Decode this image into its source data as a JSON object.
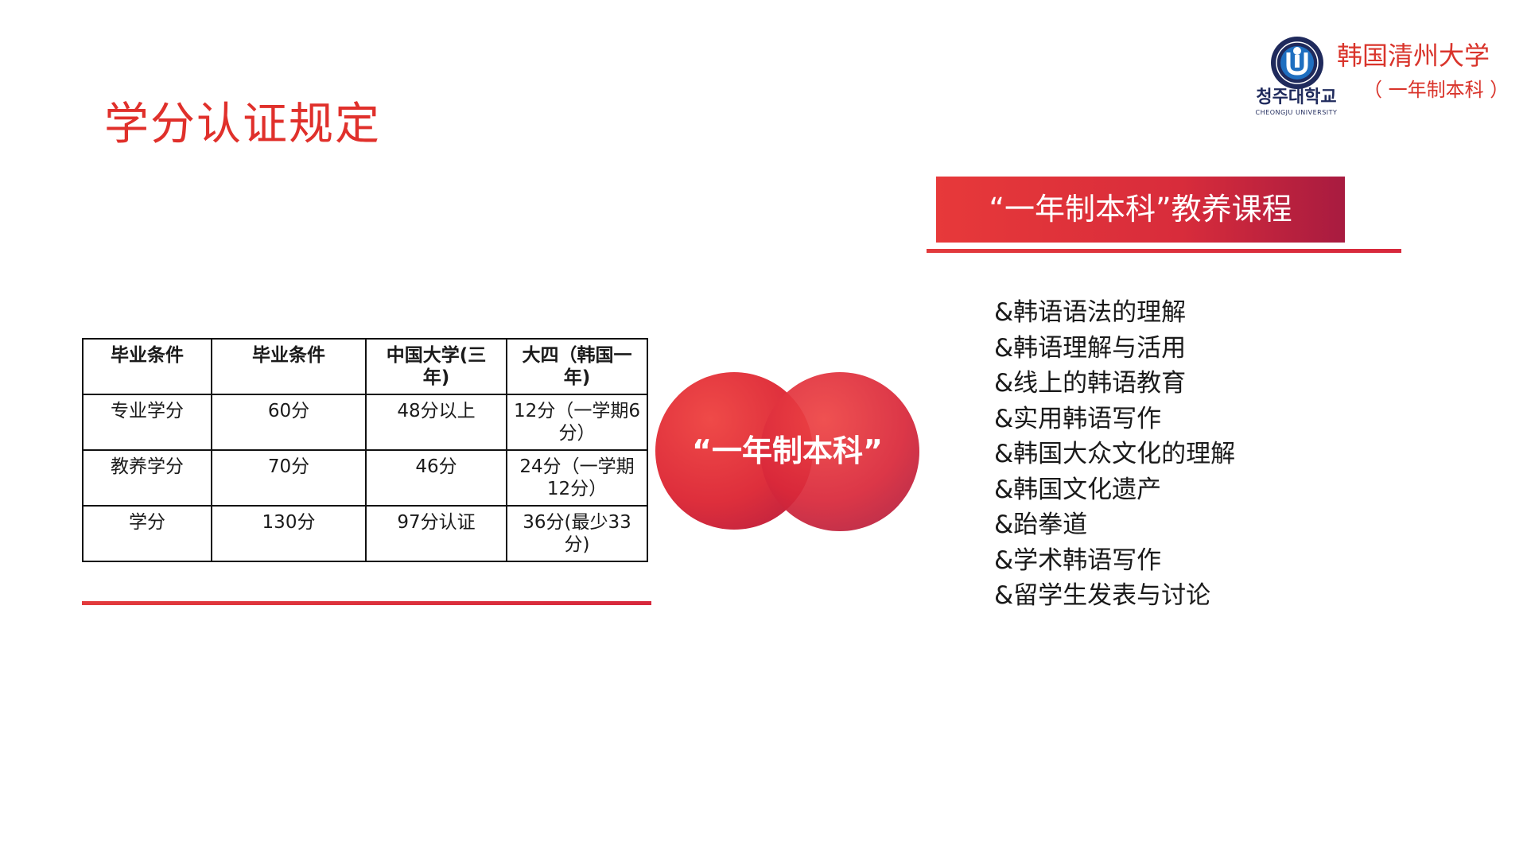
{
  "page": {
    "title": "学分认证规定"
  },
  "logo": {
    "korean": "청주대학교",
    "english": "CHEONGJU UNIVERSITY",
    "university_name": "韩国清州大学",
    "university_sub": "（ 一年制本科 ）"
  },
  "banner": {
    "label": "“一年制本科”教养课程"
  },
  "circle": {
    "label": "“一年制本科”"
  },
  "colors": {
    "accent_red": "#e0302b",
    "deep_red": "#a81b40",
    "logo_blue": "#1f2a5c"
  },
  "courses": [
    "&韩语语法的理解",
    "&韩语理解与活用",
    "&线上的韩语教育",
    "&实用韩语写作",
    "&韩国大众文化的理解",
    "&韩国文化遗产",
    "&跆拳道",
    "&学术韩语写作",
    "&留学生发表与讨论"
  ],
  "table": {
    "headers": [
      "毕业条件",
      "毕业条件",
      "中国大学(三年)",
      "大四（韩国一年)"
    ],
    "rows": [
      [
        "专业学分",
        "60分",
        "48分以上",
        "12分（一学期6分）"
      ],
      [
        "教养学分",
        "70分",
        "46分",
        "24分（一学期12分）"
      ],
      [
        "学分",
        "130分",
        "97分认证",
        "36分(最少33分)"
      ]
    ]
  }
}
